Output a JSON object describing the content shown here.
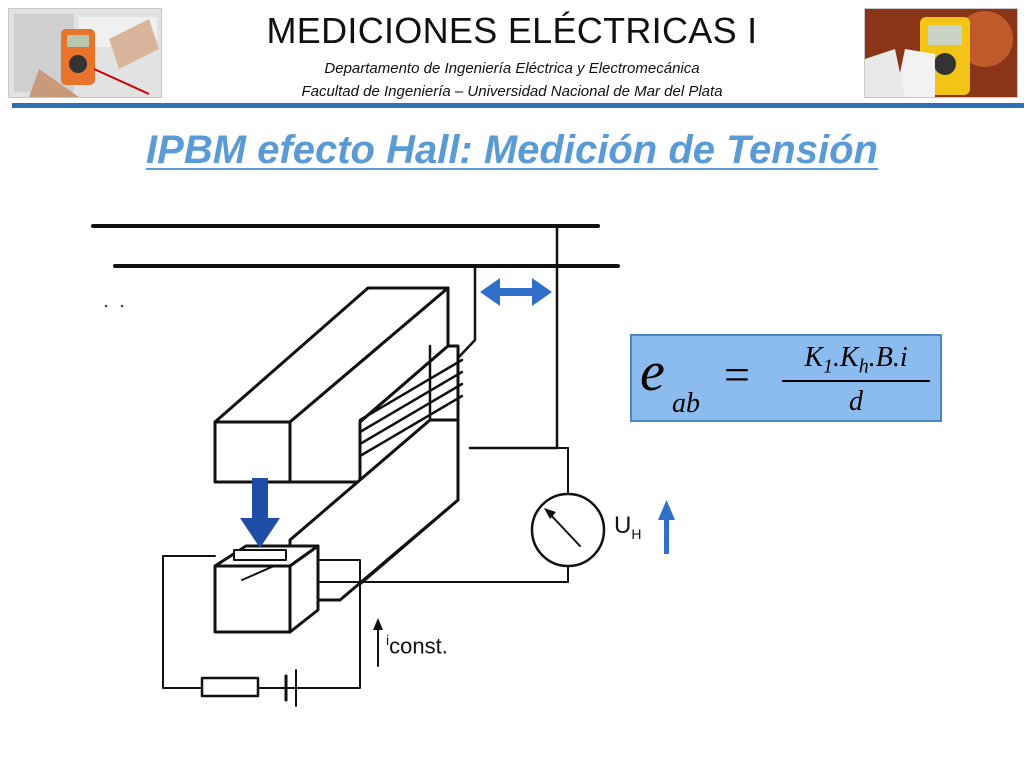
{
  "header": {
    "title": "MEDICIONES ELÉCTRICAS I",
    "department": "Departamento de Ingeniería Eléctrica y Electromecánica",
    "faculty": "Facultad de Ingeniería – Universidad Nacional de Mar del Plata"
  },
  "slide": {
    "title": "IPBM efecto Hall: Medición de Tensión"
  },
  "formula": {
    "lhs_var": "e",
    "lhs_sub": "ab",
    "equals": "=",
    "numerator": "K1.Kh.B.i",
    "denominator": "d"
  },
  "diagram": {
    "voltmeter_label": "U",
    "voltmeter_label_sub": "H",
    "current_label": "i",
    "current_label_sub": "const."
  },
  "colors": {
    "accent_blue": "#2e6fb8",
    "title_blue": "#5b9bd5",
    "formula_bg": "#8cbcef",
    "arrow_blue": "#1f4ea8"
  }
}
